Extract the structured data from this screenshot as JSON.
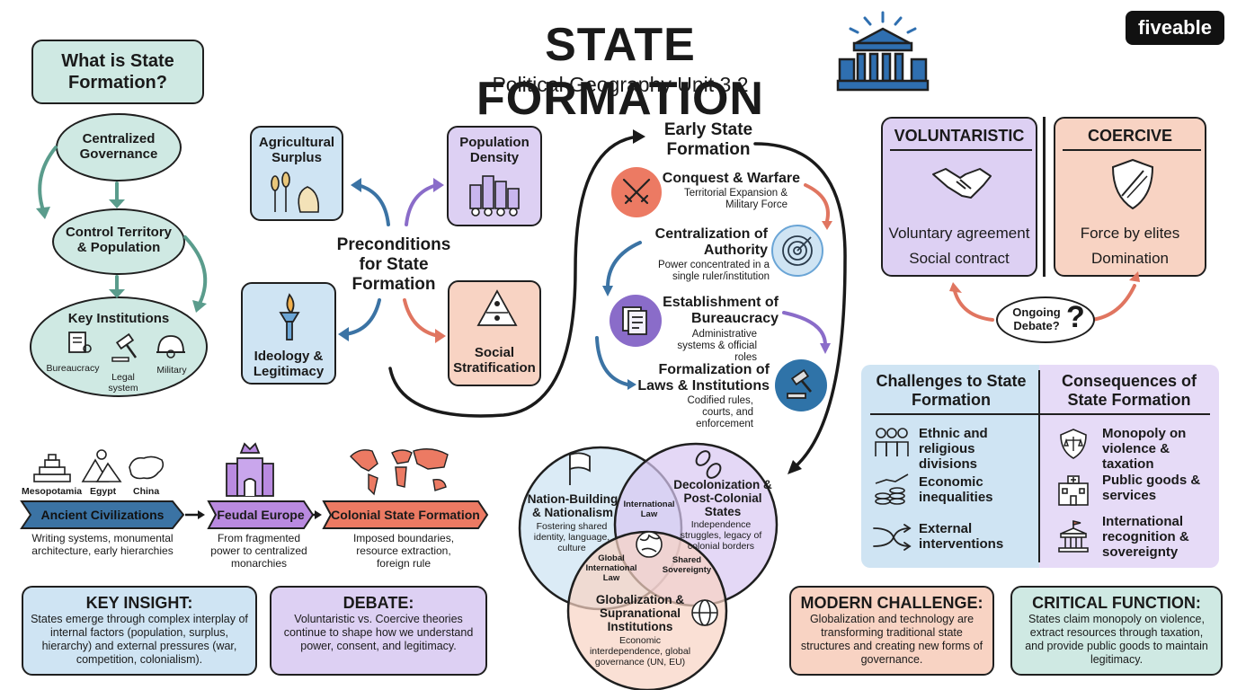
{
  "header": {
    "title": "STATE FORMATION",
    "subtitle": "Political Geography Unit 3.2",
    "brand": "fiveable"
  },
  "what_is": {
    "title": "What is State Formation?",
    "steps": [
      "Centralized Governance",
      "Control Territory & Population",
      "Key Institutions"
    ],
    "institutions": [
      "Bureaucracy",
      "Legal system",
      "Military"
    ]
  },
  "preconditions": {
    "center": "Preconditions for State Formation",
    "items": [
      "Agricultural Surplus",
      "Population Density",
      "Ideology & Legitimacy",
      "Social Stratification"
    ]
  },
  "early_state": {
    "title": "Early State Formation",
    "steps": [
      {
        "title": "Conquest & Warfare",
        "desc": "Territorial Expansion & Military Force"
      },
      {
        "title": "Centralization of Authority",
        "desc": "Power concentrated in a single ruler/institution"
      },
      {
        "title": "Establishment of Bureaucracy",
        "desc": "Administrative systems & official roles"
      },
      {
        "title": "Formalization of Laws & Institutions",
        "desc": "Codified rules, courts, and enforcement"
      }
    ]
  },
  "theories": {
    "voluntaristic": {
      "title": "VOLUNTARISTIC",
      "lines": [
        "Voluntary agreement",
        "Social contract"
      ]
    },
    "coercive": {
      "title": "COERCIVE",
      "lines": [
        "Force by elites",
        "Domination"
      ]
    },
    "debate": "Ongoing Debate?"
  },
  "challenges": {
    "title": "Challenges to State Formation",
    "items": [
      "Ethnic and religious divisions",
      "Economic inequalities",
      "External interventions"
    ]
  },
  "consequences": {
    "title": "Consequences of State Formation",
    "items": [
      "Monopoly on violence & taxation",
      "Public goods & services",
      "International recognition & sovereignty"
    ]
  },
  "timeline": {
    "regions": [
      "Mesopotamia",
      "Egypt",
      "China"
    ],
    "stages": [
      {
        "label": "Ancient Civilizations",
        "desc": "Writing systems, monumental architecture, early hierarchies"
      },
      {
        "label": "Feudal Europe",
        "desc": "From fragmented power to centralized monarchies"
      },
      {
        "label": "Colonial State Formation",
        "desc": "Imposed boundaries, resource extraction, foreign rule"
      }
    ]
  },
  "venn": {
    "circles": [
      {
        "title": "Nation-Building & Nationalism",
        "desc": "Fostering shared identity, language, culture"
      },
      {
        "title": "Decolonization & Post-Colonial States",
        "desc": "Independence struggles, legacy of colonial borders"
      },
      {
        "title": "Globalization & Supranational Institutions",
        "desc": "Economic interdependence, global governance (UN, EU)"
      }
    ],
    "overlaps": [
      "International Law",
      "Global International Law",
      "Shared Sovereignty"
    ]
  },
  "boxes": {
    "key_insight": {
      "title": "KEY INSIGHT:",
      "text": "States emerge through complex interplay of internal factors (population, surplus, hierarchy) and external pressures (war, competition, colonialism)."
    },
    "debate": {
      "title": "DEBATE:",
      "text": "Voluntaristic vs. Coercive theories continue to shape how we understand power, consent, and legitimacy."
    },
    "modern": {
      "title": "MODERN CHALLENGE:",
      "text": "Globalization and technology are transforming traditional state structures and creating new forms of governance."
    },
    "critical": {
      "title": "CRITICAL FUNCTION:",
      "text": "States claim monopoly on violence, extract resources through taxation, and provide public goods to maintain legitimacy."
    }
  },
  "colors": {
    "teal": "#cfe9e3",
    "blue": "#cfe4f3",
    "purple": "#ddd0f3",
    "salmon": "#f8d3c3",
    "arrow_teal": "#5a9c8c",
    "arrow_purple": "#8a6cc9",
    "arrow_salmon": "#e07560",
    "arrow_blue": "#3b73a4"
  }
}
